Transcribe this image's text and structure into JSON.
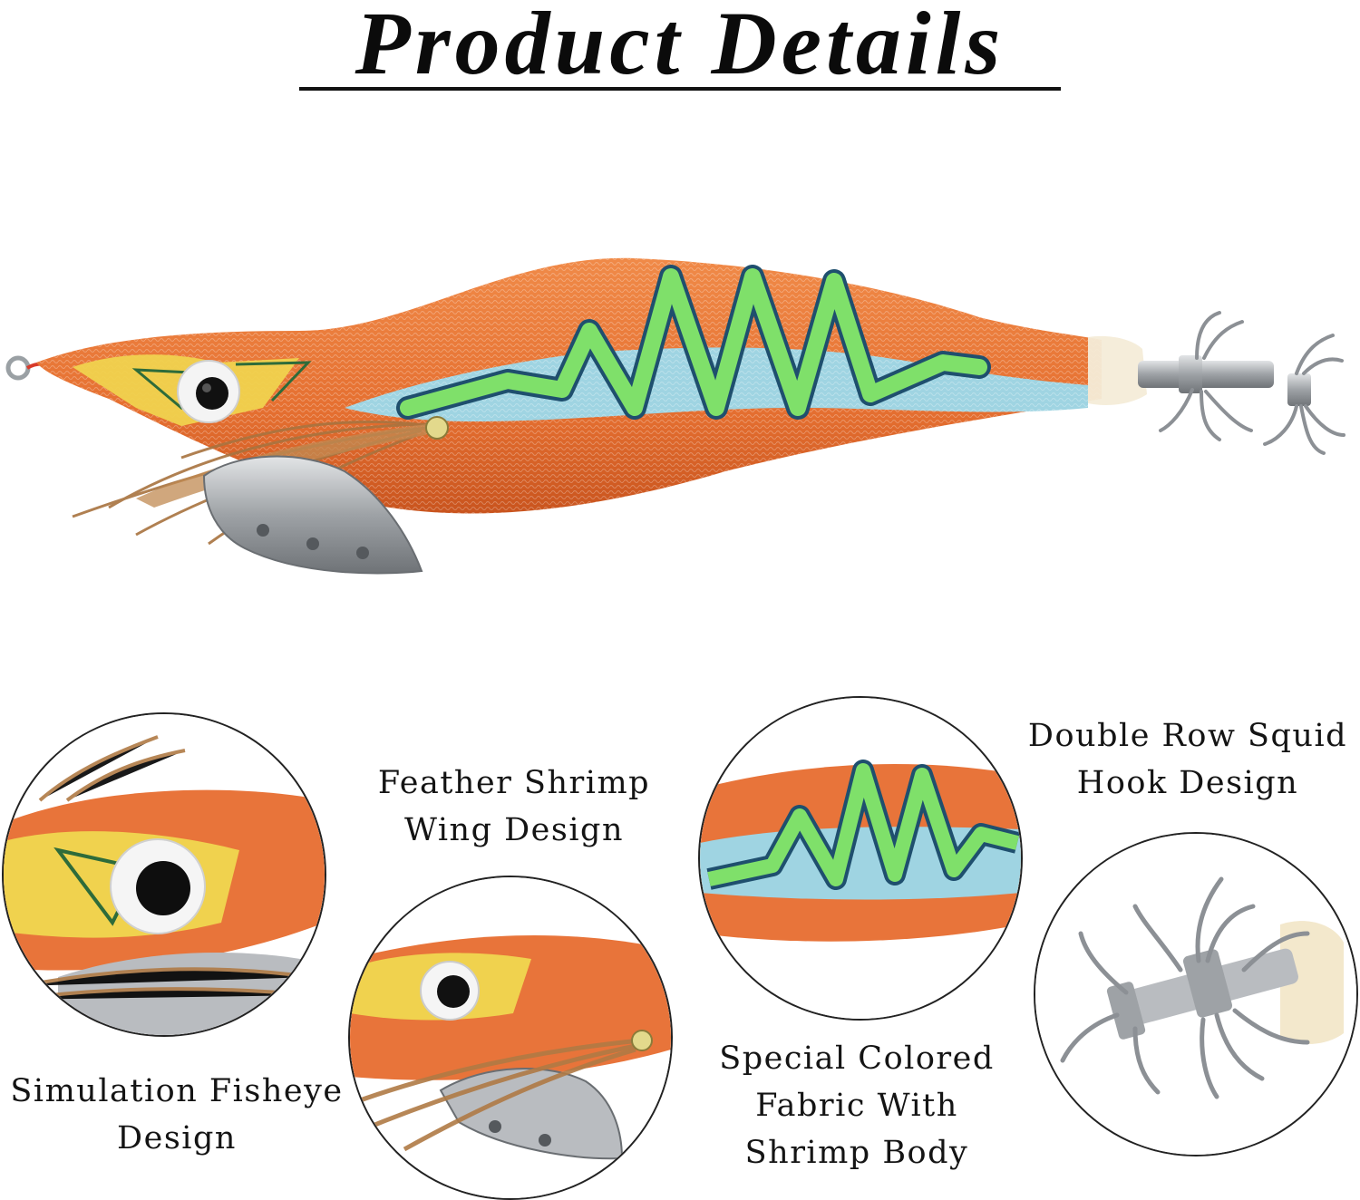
{
  "title": "Product Details",
  "features": {
    "fisheye": {
      "line1": "Simulation Fisheye",
      "line2": "Design"
    },
    "feather": {
      "line1": "Feather Shrimp",
      "line2": "Wing Design"
    },
    "fabric": {
      "line1": "Special Colored",
      "line2": "Fabric With",
      "line3": "Shrimp Body"
    },
    "hook": {
      "line1": "Double Row Squid",
      "line2": "Hook Design"
    }
  },
  "colors": {
    "body_orange": "#e8743a",
    "stripe_blue": "#9ed3e0",
    "stripe_green": "#7ee06a",
    "stripe_dark": "#1f4f6e",
    "yellow": "#f2d14a",
    "feather_brown": "#b07a45",
    "metal_silver": "#b9bcc0"
  },
  "icons": [
    "squid-jig-lure",
    "fisheye-closeup",
    "feather-wing-closeup",
    "fabric-pattern-closeup",
    "squid-hook-closeup"
  ]
}
